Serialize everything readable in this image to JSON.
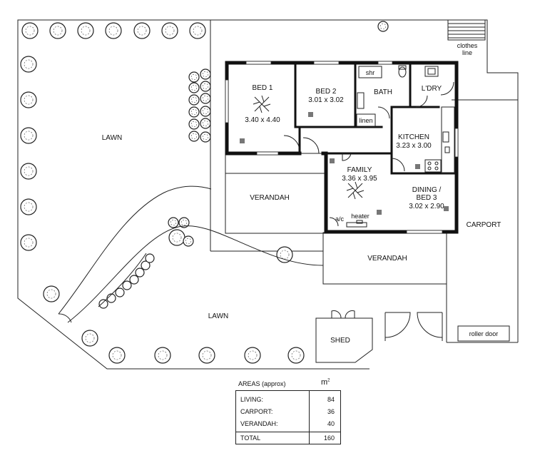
{
  "labels": {
    "clothes_line_1": "clothes",
    "clothes_line_2": "line",
    "lawn_top": "LAWN",
    "lawn_bottom": "LAWN",
    "bed1_name": "BED 1",
    "bed1_size": "3.40 x 4.40",
    "bed2_name": "BED 2",
    "bed2_size": "3.01 x 3.02",
    "shower": "shr",
    "bath": "BATH",
    "laundry": "L'DRY",
    "linen": "linen",
    "kitchen_name": "KITCHEN",
    "kitchen_size": "3.23 x 3.00",
    "family_name": "FAMILY",
    "family_size": "3.36 x 3.95",
    "dining_name_1": "DINING /",
    "dining_name_2": "BED 3",
    "dining_size": "3.02 x 2.90",
    "verandah_left": "VERANDAH",
    "verandah_bottom": "VERANDAH",
    "aircon": "a/c",
    "heater": "heater",
    "carport": "CARPORT",
    "shed": "SHED",
    "roller_door": "roller door"
  },
  "areas": {
    "title": "AREAS (approx)",
    "unit": "m",
    "unit_sup": "2",
    "rows": [
      {
        "name": "LIVING:",
        "value": "84"
      },
      {
        "name": "CARPORT:",
        "value": "36"
      },
      {
        "name": "VERANDAH:",
        "value": "40"
      }
    ],
    "total": {
      "name": "TOTAL",
      "value": "160"
    }
  }
}
